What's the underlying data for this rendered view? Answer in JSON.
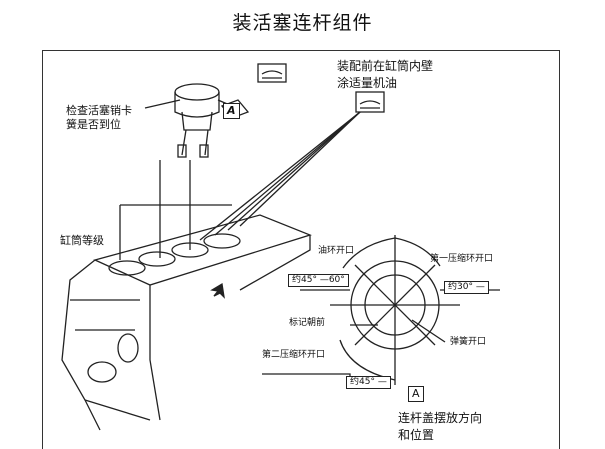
{
  "title": "装活塞连杆组件",
  "labels": {
    "check_circlip": "检查活塞销卡\n簧是否到位",
    "oil_before_install": "装配前在缸筒内壁\n涂适量机油",
    "cylinder_grade": "缸筒等级",
    "oil_ring_gap": "油环开口",
    "first_ring_gap": "第一压缩环开口",
    "angle_45_60": "约45° —60°",
    "angle_30": "约30° —",
    "mark_forward": "标记朝前",
    "spring_gap": "弹簧开口",
    "second_ring_gap": "第二压缩环开口",
    "angle_45": "约45° —",
    "rod_cap_direction": "连杆盖摆放方向\n和位置",
    "callout_a": "A",
    "tag_a": "A"
  },
  "icons": {
    "oil_can": "oil-can-icon",
    "arrow": "direction-arrow-icon"
  }
}
